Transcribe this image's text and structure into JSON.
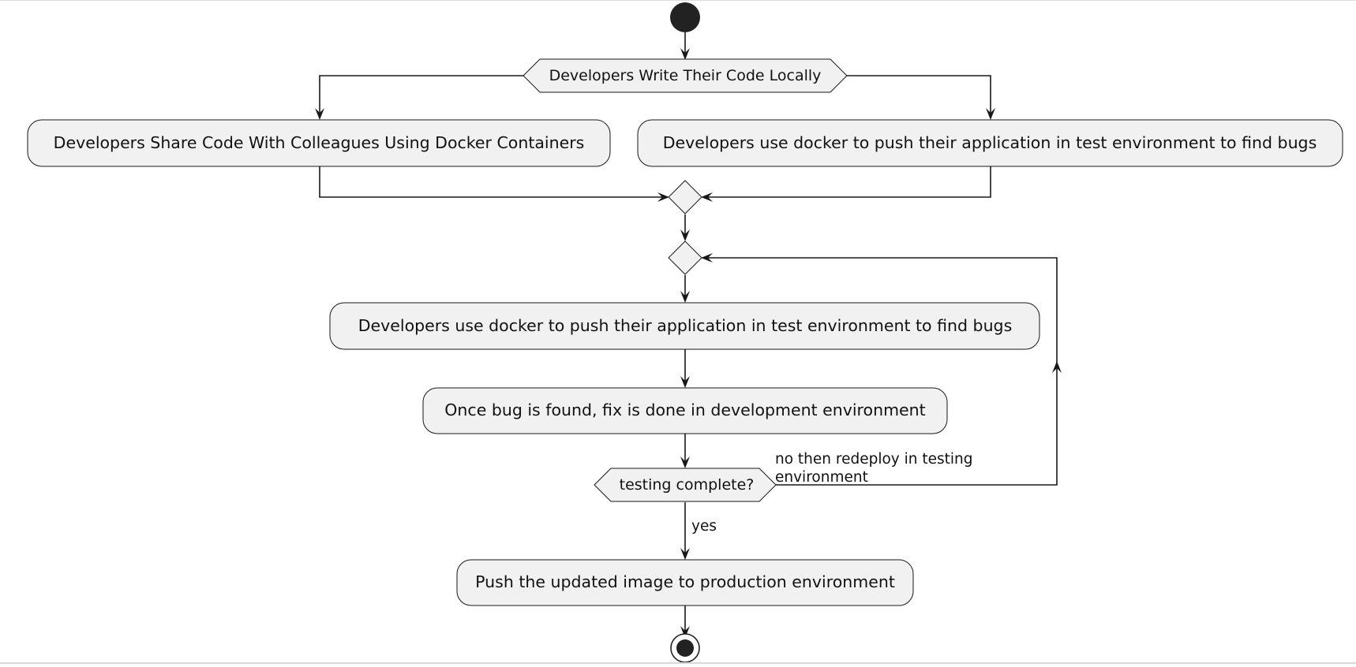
{
  "diagram": {
    "branch_question": "Developers Write Their Code Locally",
    "branch_left_action": "Developers Share Code With Colleagues Using Docker Containers",
    "branch_right_action": "Developers use docker to push their application in test environment to find bugs",
    "loop_action_test": "Developers use docker to push their application in test environment to find bugs",
    "loop_action_fix": "Once bug is found, fix is done in development environment",
    "loop_question": "testing complete?",
    "loop_back_label_line1": "no then redeploy in testing",
    "loop_back_label_line2": "environment",
    "exit_label": "yes",
    "final_action": "Push the updated image to production environment"
  }
}
